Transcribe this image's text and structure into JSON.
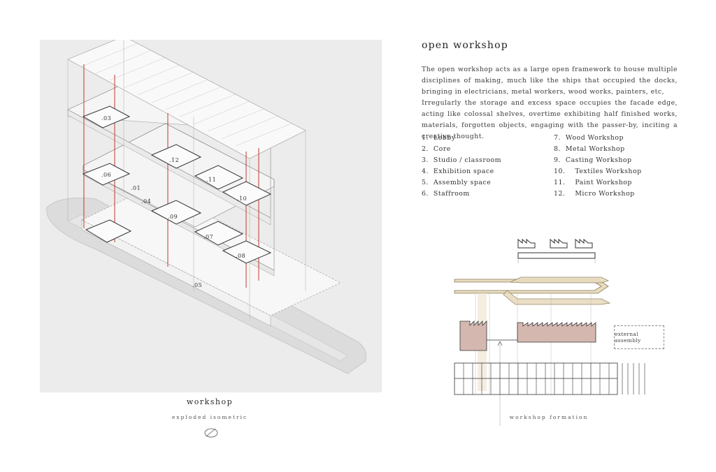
{
  "heading": "open workshop",
  "description": [
    "The open workshop acts as a large open framework to house multiple disciplines of making, much like the ships that occupied the docks, bringing in electricians, metal workers, wood works, painters, etc,",
    "Irregularly the storage and excess space occupies the facade edge, acting like colossal shelves, overtime exhibiting half finished works, materials, forgotten objects, engaging with the passer-by, inciting a creative thought."
  ],
  "legend_left": [
    "1.  Lobby",
    "2.  Core",
    "3.  Studio / classroom",
    "4.  Exhibition space",
    "5.  Assembly space",
    "6.  Staffroom"
  ],
  "legend_right": [
    "7.  Wood Workshop",
    "8.  Metal Workshop",
    "9.  Casting Workshop",
    "10.    Textiles Workshop",
    "11.    Paint Workshop",
    "12.    Micro Workshop"
  ],
  "iso_labels": {
    "l01": ".01",
    "l03": ".03",
    "l04": ".04",
    "l05": ".05",
    "l06": ".06",
    "l07": ".07",
    "l08": ".08",
    "l09": ".09",
    "l10": ".10",
    "l11": ".11",
    "l12": ".12"
  },
  "iso_caption": {
    "title": "workshop",
    "subtitle": "exploded isometric"
  },
  "formation": {
    "external_label": "external assembly",
    "caption": "workshop formation"
  },
  "colors": {
    "panel_bg": "#ececec",
    "red_line": "#c0392b",
    "beige": "#e8dcc0",
    "pink": "#d4b8b0"
  },
  "icons": [
    "north-arrow-icon",
    "factory-icon"
  ]
}
